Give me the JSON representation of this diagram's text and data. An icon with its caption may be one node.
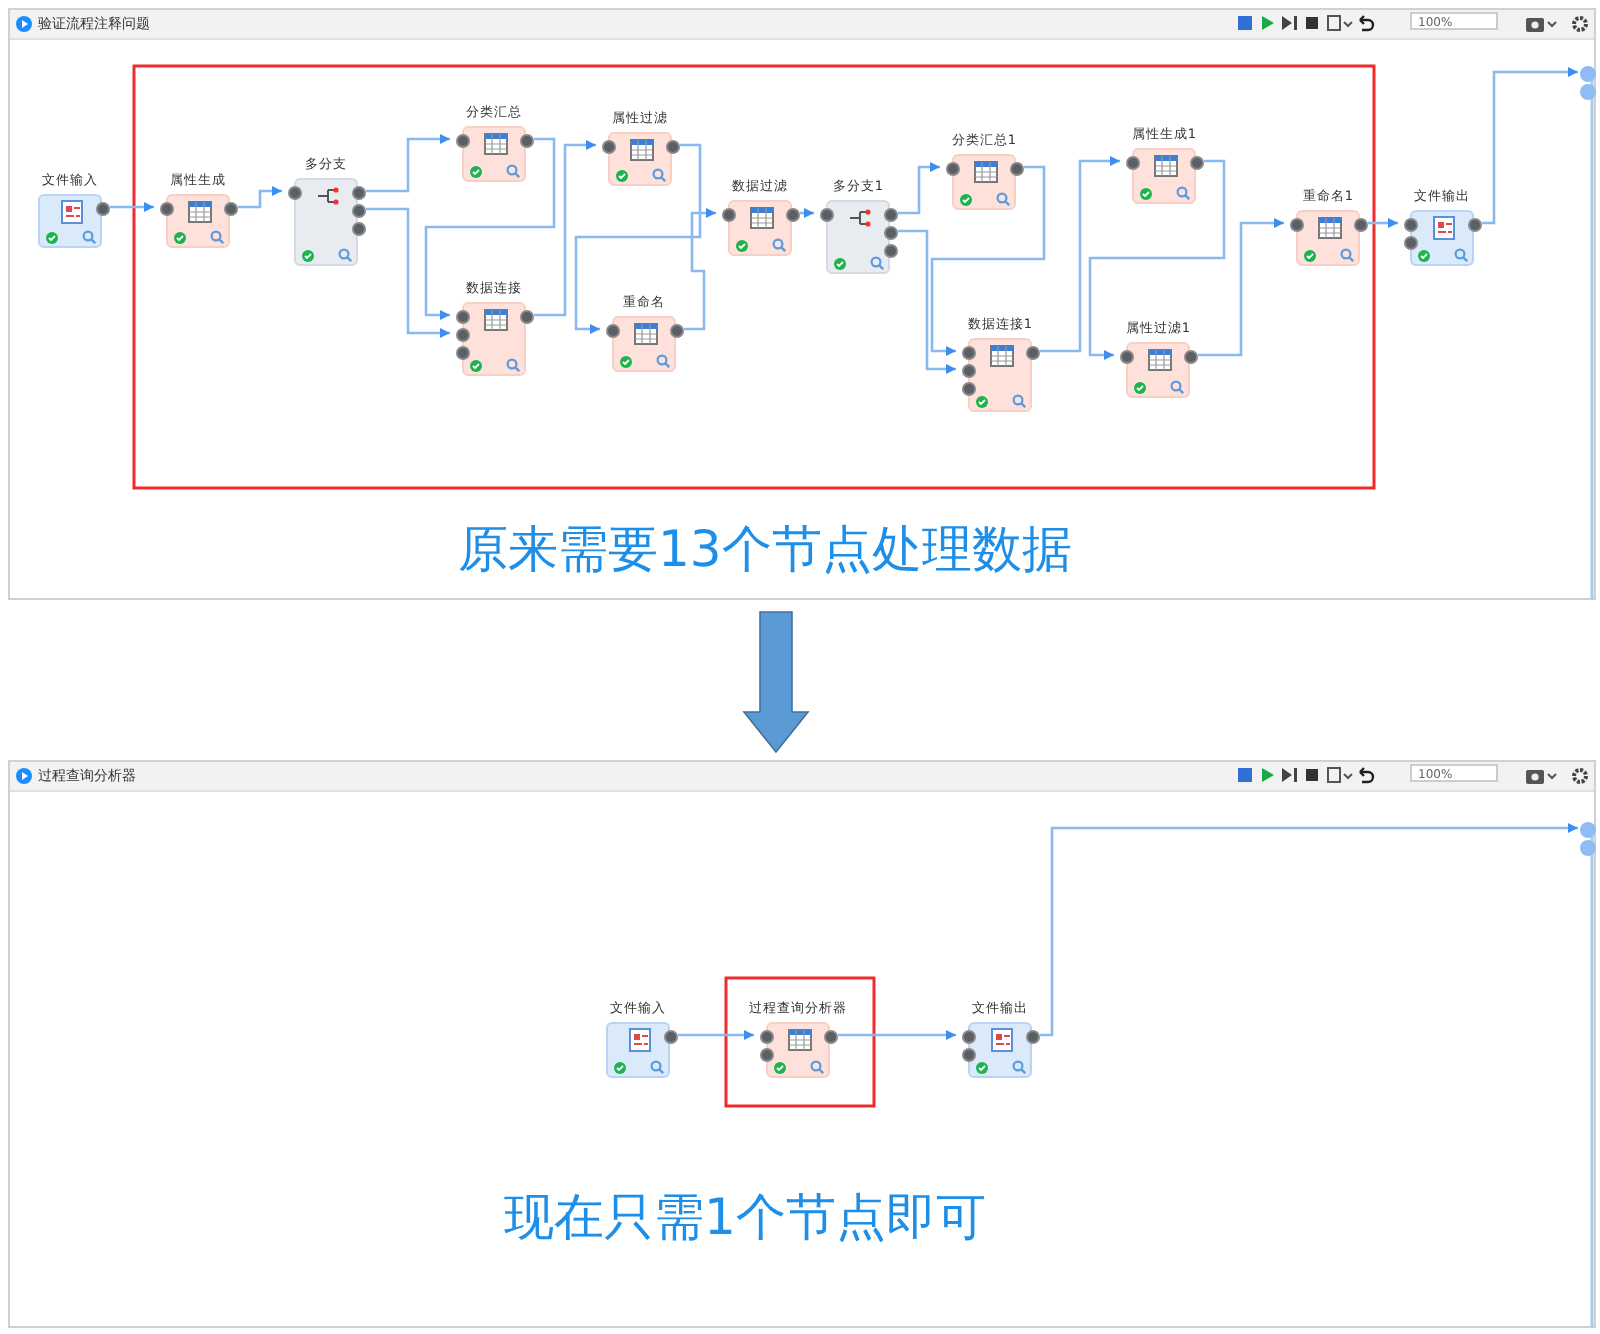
{
  "diagram": {
    "nodes": [
      {
        "text": [
          "验证流程注释问题"
        ]
      },
      {
        "text": [
          "文件输入"
        ],
        "in": 0
      },
      {
        "text": [
          "属性生成"
        ],
        "in": 0
      },
      {
        "text": [
          "多分支"
        ],
        "in": 0
      },
      {
        "text": [
          "分类汇总"
        ],
        "in": 0
      },
      {
        "text": [
          "数据连接"
        ],
        "in": 0
      },
      {
        "text": [
          "属性过滤"
        ],
        "in": 0
      },
      {
        "text": [
          "重命名"
        ],
        "in": 0
      },
      {
        "text": [
          "数据过滤"
        ],
        "in": 0
      },
      {
        "text": [
          "多分支1"
        ],
        "in": 0
      },
      {
        "text": [
          "分类汇总1"
        ],
        "in": 0
      },
      {
        "text": [
          "数据连接1"
        ],
        "in": 0
      },
      {
        "text": [
          "属性生成1"
        ],
        "in": 0
      },
      {
        "text": [
          "属性过滤1"
        ],
        "in": 0
      },
      {
        "text": [
          "重命名1"
        ],
        "in": 0
      },
      {
        "text": [
          "文件输出"
        ],
        "in": 0
      },
      {
        "text": [],
        "shape": "circle",
        "in": 0
      },
      {
        "text": [
          "过程查询分析器"
        ]
      },
      {
        "text": [
          "文件输入"
        ],
        "in": 17
      },
      {
        "text": [
          "过程查询分析器"
        ],
        "in": 17
      },
      {
        "text": [
          "文件输出"
        ],
        "in": 17
      },
      {
        "text": [],
        "shape": "circle",
        "in": 17
      }
    ],
    "edges": [
      {
        "from": 1,
        "to": 2,
        "arrow": "to"
      },
      {
        "from": 2,
        "to": 3,
        "arrow": "to"
      },
      {
        "from": 3,
        "to": 4,
        "arrow": "to"
      },
      {
        "from": 3,
        "to": 5,
        "arrow": "to"
      },
      {
        "from": 4,
        "to": 5,
        "arrow": "to"
      },
      {
        "from": 5,
        "to": 6,
        "arrow": "to"
      },
      {
        "from": 6,
        "to": 7,
        "arrow": "to"
      },
      {
        "from": 7,
        "to": 8,
        "arrow": "to"
      },
      {
        "from": 8,
        "to": 9,
        "arrow": "to"
      },
      {
        "from": 9,
        "to": 10,
        "arrow": "to"
      },
      {
        "from": 9,
        "to": 11,
        "arrow": "to"
      },
      {
        "from": 10,
        "to": 11,
        "arrow": "to"
      },
      {
        "from": 11,
        "to": 12,
        "arrow": "to"
      },
      {
        "from": 12,
        "to": 13,
        "arrow": "to"
      },
      {
        "from": 13,
        "to": 14,
        "arrow": "to"
      },
      {
        "from": 14,
        "to": 15,
        "arrow": "to"
      },
      {
        "from": 15,
        "to": 16,
        "arrow": "to"
      },
      {
        "from": 18,
        "to": 19,
        "arrow": "to"
      },
      {
        "from": 19,
        "to": 20,
        "arrow": "to"
      },
      {
        "from": 20,
        "to": 21,
        "arrow": "to"
      },
      {
        "from": 0,
        "to": 17,
        "arrow": "to",
        "style": "thick",
        "color": "#5b9bd5"
      }
    ],
    "labels": [
      "100%",
      "原来需要13个节点处理数据",
      "100%",
      "现在只需1个节点即可"
    ]
  }
}
